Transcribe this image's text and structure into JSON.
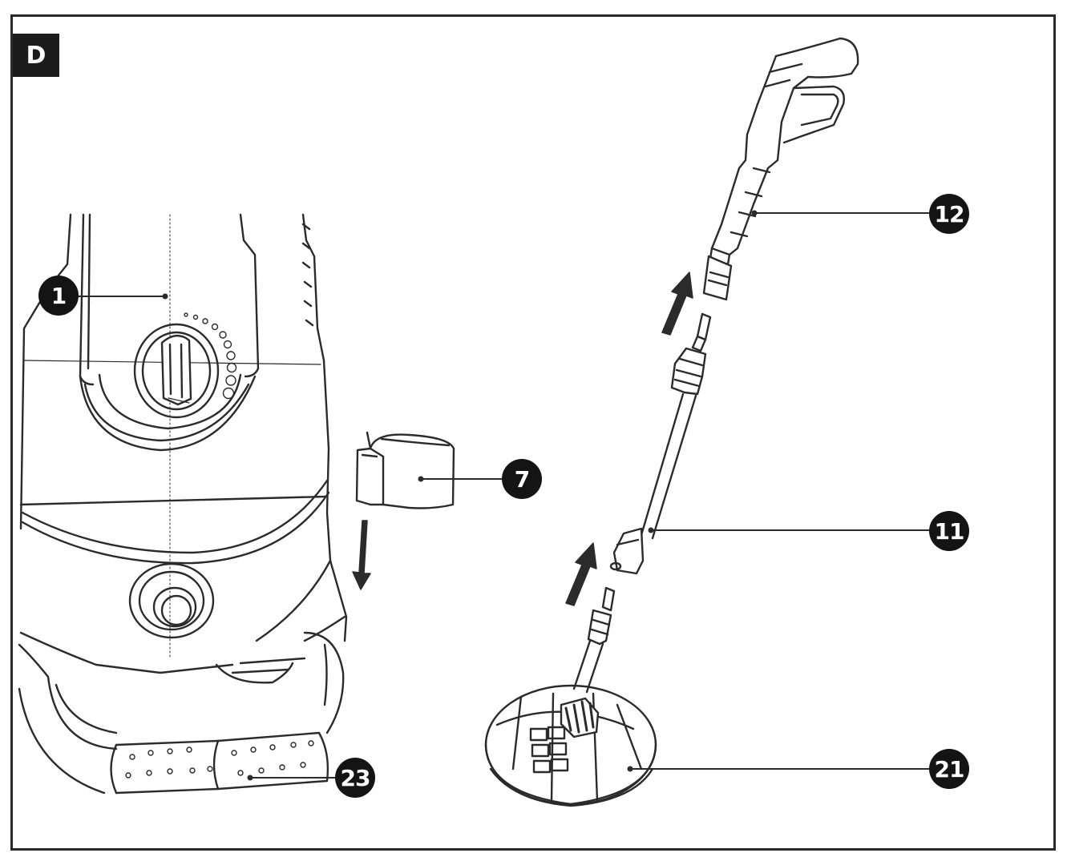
{
  "section": {
    "label": "D"
  },
  "callouts": {
    "c1": "1",
    "c7": "7",
    "c11": "11",
    "c12": "12",
    "c21": "21",
    "c23": "23"
  }
}
